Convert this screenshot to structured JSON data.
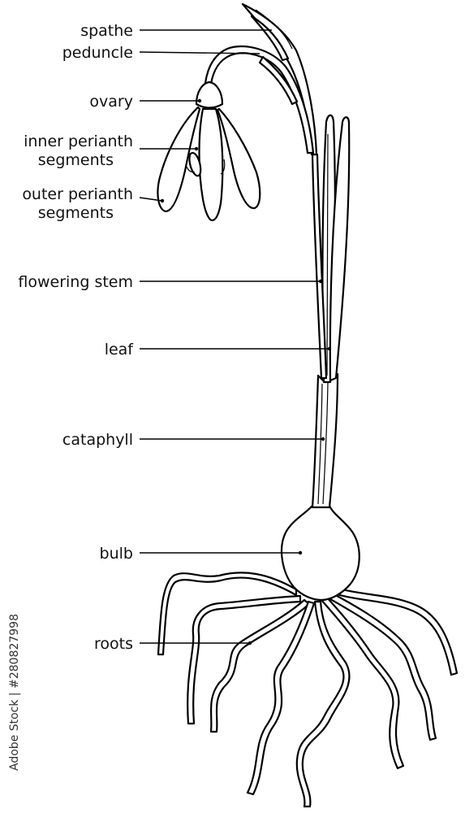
{
  "diagram": {
    "labels": {
      "spathe": "spathe",
      "peduncle": "peduncle",
      "ovary": "ovary",
      "inner_perianth_1": "inner perianth",
      "inner_perianth_2": "segments",
      "outer_perianth_1": "outer perianth",
      "outer_perianth_2": "segments",
      "flowering_stem": "flowering stem",
      "leaf": "leaf",
      "cataphyll": "cataphyll",
      "bulb": "bulb",
      "roots": "roots"
    },
    "watermark": "Adobe Stock | #280827998"
  }
}
